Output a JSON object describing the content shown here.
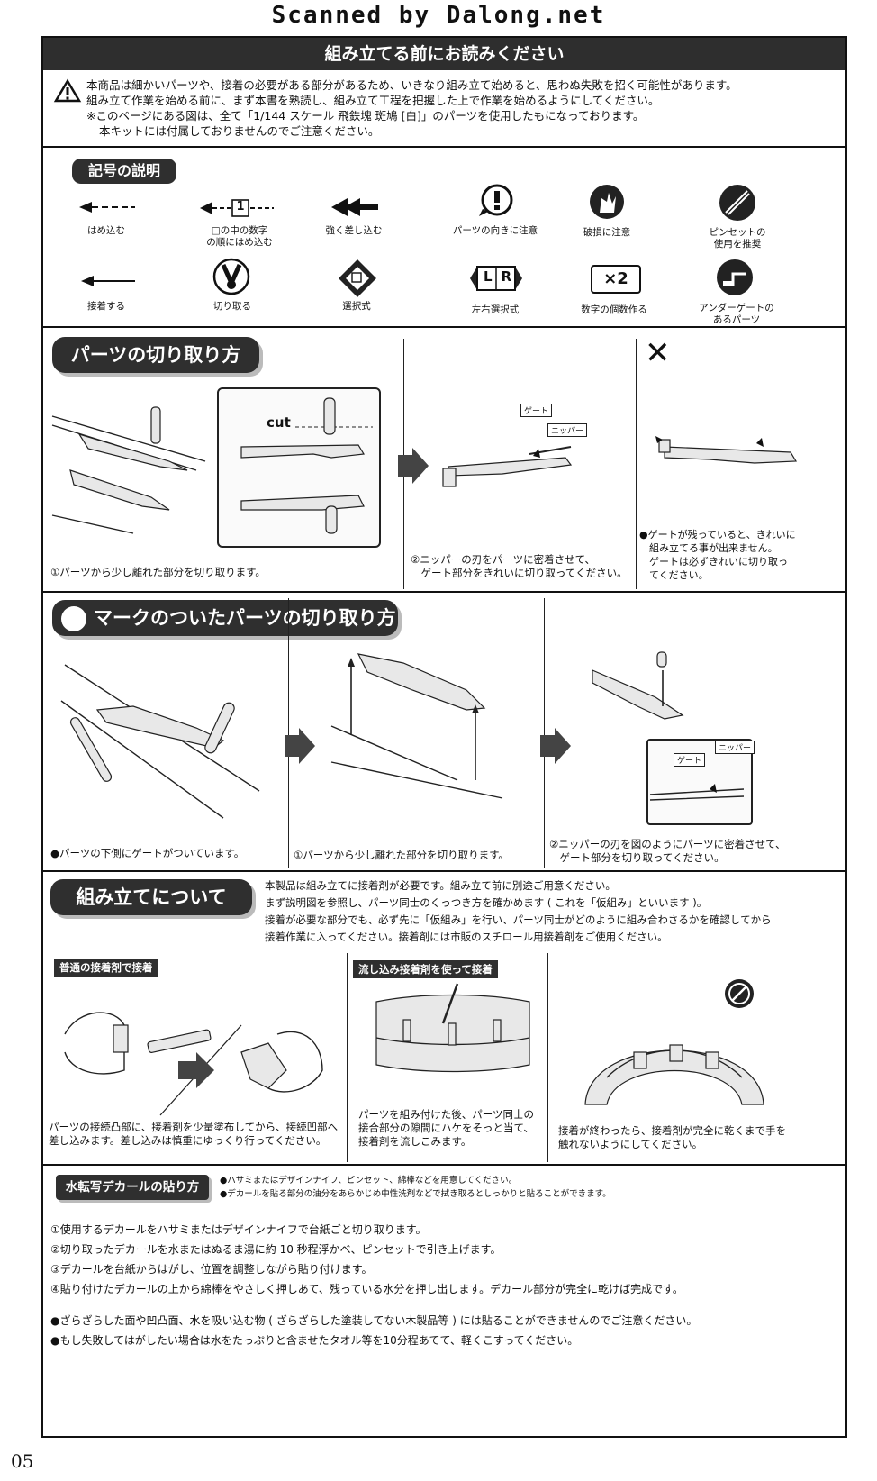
{
  "scan_header": "Scanned by Dalong.net",
  "page_number": "05",
  "read_before": {
    "title": "組み立てる前にお読みください",
    "lines": [
      "本商品は細かいパーツや、接着の必要がある部分があるため、いきなり組み立て始めると、思わぬ失敗を招く可能性があります。",
      "組み立て作業を始める前に、まず本書を熟読し、組み立て工程を把握した上で作業を始めるようにしてください。",
      "※このページにある図は、全て「1/144 スケール 飛鉄塊 斑鳩 [白]」のパーツを使用したもになっております。",
      "本キットには付属しておりませんのでご注意ください。"
    ]
  },
  "symbols": {
    "title": "記号の説明",
    "items": [
      {
        "label": "はめ込む",
        "icon": "dashed-arrow-icon"
      },
      {
        "label": "□の中の数字\nの順にはめ込む",
        "icon": "numbered-arrow-icon",
        "number": "1"
      },
      {
        "label": "強く差し込む",
        "icon": "double-arrow-icon"
      },
      {
        "label": "パーツの向きに注意",
        "icon": "exclamation-bubble-icon"
      },
      {
        "label": "破損に注意",
        "icon": "breakage-icon"
      },
      {
        "label": "ピンセットの\n使用を推奨",
        "icon": "tweezers-icon"
      },
      {
        "label": "接着する",
        "icon": "solid-arrow-icon"
      },
      {
        "label": "切り取る",
        "icon": "nipper-icon"
      },
      {
        "label": "選択式",
        "icon": "select-diamond-icon"
      },
      {
        "label": "左右選択式",
        "icon": "left-right-select-icon",
        "letters": "LR"
      },
      {
        "label": "数字の個数作る",
        "icon": "multiply-icon",
        "count": "×2"
      },
      {
        "label": "アンダーゲートの\nあるパーツ",
        "icon": "undergate-icon"
      }
    ]
  },
  "cutting": {
    "title": "パーツの切り取り方",
    "cut_label": "cut",
    "gate_label": "ゲート",
    "nipper_label": "ニッパー",
    "cross": "✕",
    "step1": "①パーツから少し離れた部分を切り取ります。",
    "step2": "②ニッパーの刃をパーツに密着させて、\n　ゲート部分をきれいに切り取ってください。",
    "note": "●ゲートが残っていると、きれいに\n　組み立てる事が出来ません。\n　ゲートは必ずきれいに切り取っ\n　てください。"
  },
  "marked": {
    "title": "マークのついたパーツの切り取り方",
    "gate_label": "ゲート",
    "nipper_label": "ニッパー",
    "cap1": "●パーツの下側にゲートがついています。",
    "cap2": "①パーツから少し離れた部分を切り取ります。",
    "cap3": "②ニッパーの刃を図のようにパーツに密着させて、\n　ゲート部分を切り取ってください。"
  },
  "assembly": {
    "title": "組み立てについて",
    "lines": [
      "本製品は組み立てに接着剤が必要です。組み立て前に別途ご用意ください。",
      "まず説明図を参照し、パーツ同士のくっつき方を確かめます ( これを「仮組み」といいます )。",
      "接着が必要な部分でも、必ず先に「仮組み」を行い、パーツ同士がどのように組み合わさるかを確認してから",
      "接着作業に入ってください。接着剤には市販のスチロール用接着剤をご使用ください。"
    ],
    "normal_tag": "普通の接着剤で接着",
    "normal_cap": "パーツの接続凸部に、接着剤を少量塗布してから、接続凹部へ\n差し込みます。差し込みは慎重にゆっくり行ってください。",
    "flow_tag": "流し込み接着剤を使って接着",
    "flow_cap": "パーツを組み付けた後、パーツ同士の\n接合部分の隙間にハケをそっと当て、\n接着剤を流しこみます。",
    "dry_cap": "接着が終わったら、接着剤が完全に乾くまで手を\n触れないようにしてください。"
  },
  "decal": {
    "title": "水転写デカールの貼り方",
    "notes": [
      "●ハサミまたはデザインナイフ、ピンセット、綿棒などを用意してください。",
      "●デカールを貼る部分の油分をあらかじめ中性洗剤などで拭き取るとしっかりと貼ることができます。"
    ],
    "steps": [
      "①使用するデカールをハサミまたはデザインナイフで台紙ごと切り取ります。",
      "②切り取ったデカールを水またはぬるま湯に約 10 秒程浮かべ、ピンセットで引き上げます。",
      "③デカールを台紙からはがし、位置を調整しながら貼り付けます。",
      "④貼り付けたデカールの上から綿棒をやさしく押しあて、残っている水分を押し出します。デカール部分が完全に乾けば完成です。"
    ],
    "warnings": [
      "●ざらざらした面や凹凸面、水を吸い込む物 ( ざらざらした塗装してない木製品等 ) には貼ることができませんのでご注意ください。",
      "●もし失敗してはがしたい場合は水をたっぷりと含ませたタオル等を10分程あてて、軽くこすってください。"
    ]
  }
}
